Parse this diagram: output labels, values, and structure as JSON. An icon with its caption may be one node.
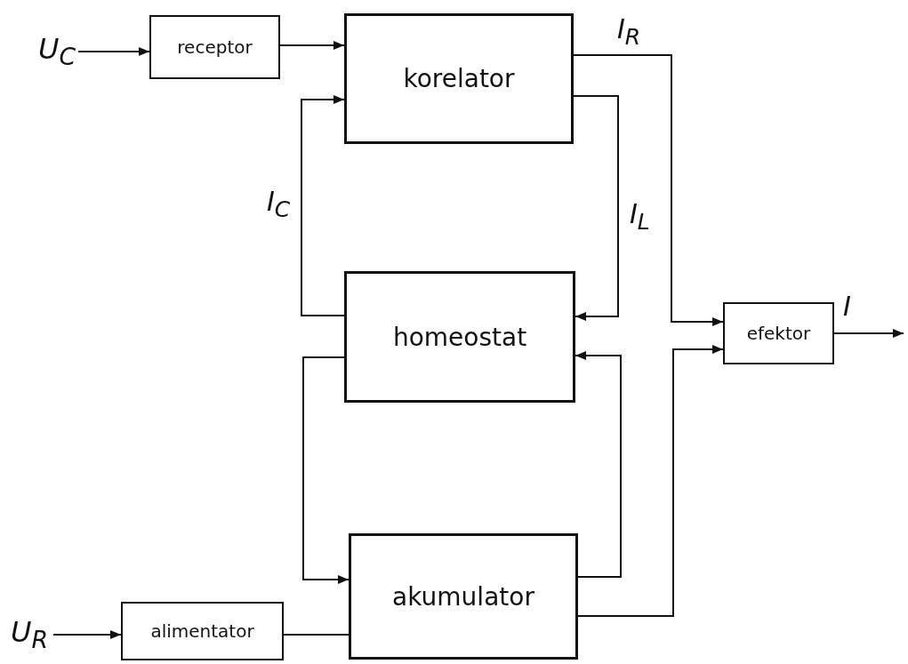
{
  "diagram": {
    "nodes": [
      {
        "text": [
          "U$_{C}$"
        ]
      },
      {
        "text": [
          "receptor"
        ]
      },
      {
        "text": [
          "korelator"
        ]
      },
      {
        "text": [
          "homeostat"
        ]
      },
      {
        "text": [
          "efektor"
        ]
      },
      {
        "text": [
          "akumulator"
        ]
      },
      {
        "text": [
          "U$_{R}$"
        ]
      },
      {
        "text": [
          "alimentator"
        ]
      }
    ],
    "edges": [
      {
        "from": 0,
        "to": 1,
        "arrow": "to"
      },
      {
        "from": 1,
        "to": 2,
        "arrow": "to"
      },
      {
        "from": 3,
        "to": 2,
        "arrow": "to",
        "label": "I$_{C}$"
      },
      {
        "from": 2,
        "to": 3,
        "arrow": "to",
        "label": "I$_{L}$"
      },
      {
        "from": 2,
        "to": 4,
        "arrow": "to",
        "label": "I$_{R}$"
      },
      {
        "from": 3,
        "to": 5,
        "arrow": "to"
      },
      {
        "from": 5,
        "to": 3,
        "arrow": "to"
      },
      {
        "from": 5,
        "to": 4,
        "arrow": "to"
      },
      {
        "from": 4,
        "to": null,
        "arrow": "to",
        "label": "I"
      },
      {
        "from": 6,
        "to": 7,
        "arrow": "to"
      },
      {
        "from": 7,
        "to": 5,
        "arrow": "none"
      }
    ]
  }
}
